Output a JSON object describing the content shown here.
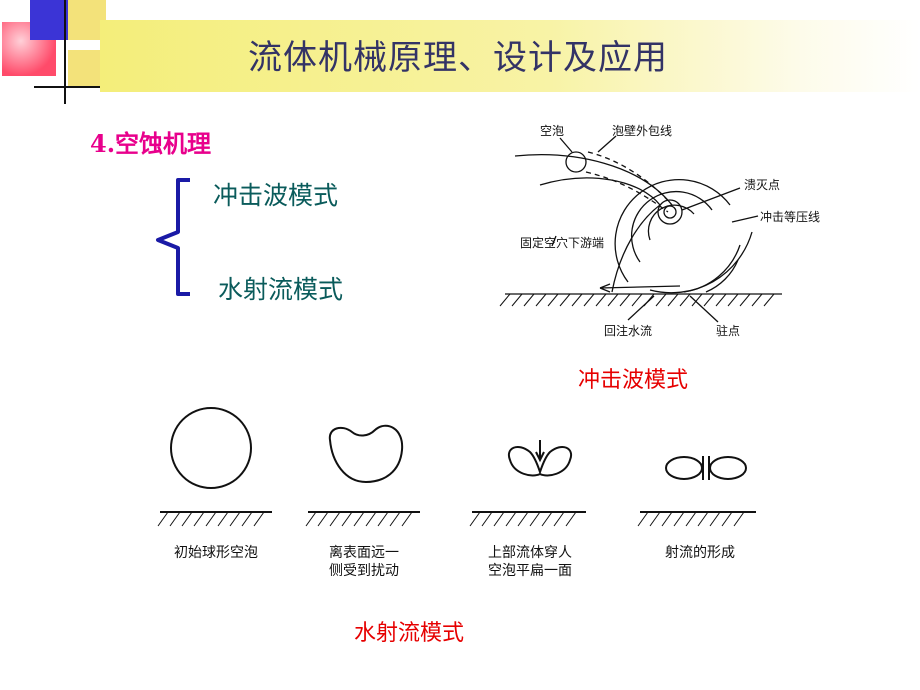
{
  "slide": {
    "title": "流体机械原理、设计及应用",
    "section_heading": "4.空蚀机理",
    "modes": [
      "冲击波模式",
      "水射流模式"
    ],
    "colors": {
      "title_bar": "#f4ee7a",
      "title_text": "#333366",
      "heading": "#e8008c",
      "mode_text": "#0a5b5b",
      "brace": "#1a1aa6",
      "caption": "#e60000",
      "deco_blue": "#3b34d6",
      "deco_red": "#ff4b6a",
      "deco_yellow": "#f3e27a"
    }
  },
  "shockwave_diagram": {
    "labels": {
      "cavity": "空泡",
      "bubble_envelope": "泡壁外包线",
      "collapse_point": "溃灭点",
      "shock_isobar": "冲击等压线",
      "fixed_cavity_end": "固定空穴下游端",
      "reentrant_jet": "回注水流",
      "stagnation_point": "驻点"
    },
    "caption": "冲击波模式"
  },
  "jet_diagram": {
    "stages": [
      {
        "line1": "初始球形空泡",
        "line2": ""
      },
      {
        "line1": "离表面远一",
        "line2": "侧受到扰动"
      },
      {
        "line1": "上部流体穿人",
        "line2": "空泡平扁一面"
      },
      {
        "line1": "射流的形成",
        "line2": ""
      }
    ],
    "caption": "水射流模式"
  }
}
